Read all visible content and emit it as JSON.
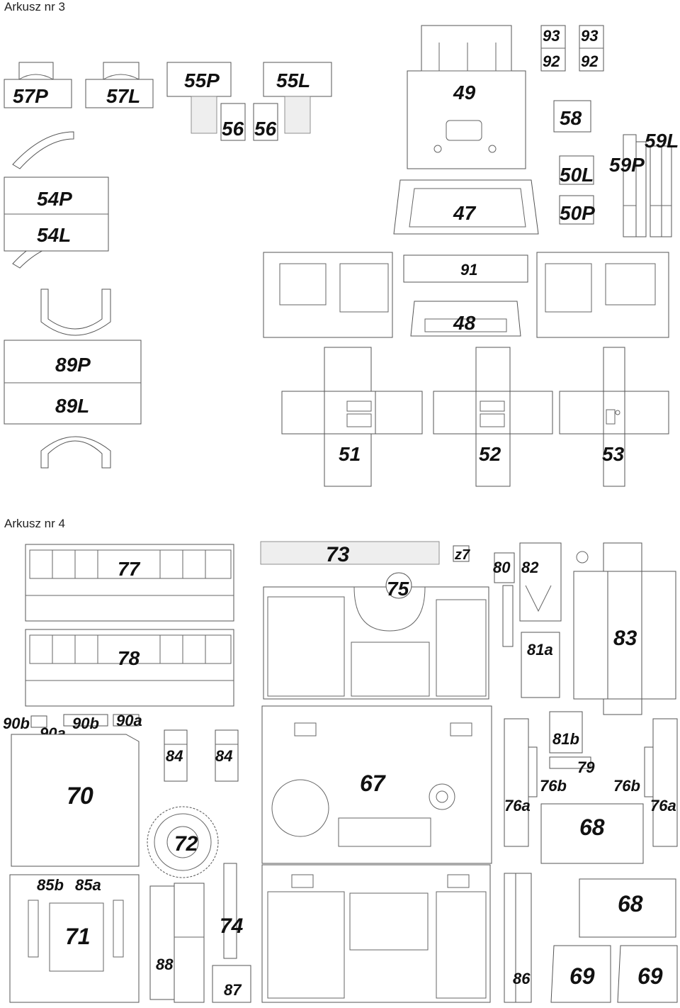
{
  "sheets": [
    {
      "title": "Arkusz nr 3"
    },
    {
      "title": "Arkusz nr 4"
    }
  ],
  "parts": {
    "p57P": "57P",
    "p57L": "57L",
    "p55P": "55P",
    "p55L": "55L",
    "p56a": "56",
    "p56b": "56",
    "p49": "49",
    "p93a": "93",
    "p93b": "93",
    "p92a": "92",
    "p92b": "92",
    "p58": "58",
    "p50L": "50L",
    "p50P": "50P",
    "p59P": "59P",
    "p59L": "59L",
    "p54P": "54P",
    "p54L": "54L",
    "p47": "47",
    "p91": "91",
    "p48": "48",
    "p89P": "89P",
    "p89L": "89L",
    "p51": "51",
    "p52": "52",
    "p53": "53",
    "p77": "77",
    "p78": "78",
    "p73": "73",
    "p75": "75",
    "pz7": "z7",
    "p80": "80",
    "p82": "82",
    "p81a": "81a",
    "p83": "83",
    "p90b1": "90b",
    "p90a1": "90a",
    "p90b2": "90b",
    "p90a2": "90a",
    "p70": "70",
    "p84a": "84",
    "p84b": "84",
    "p72": "72",
    "p67": "67",
    "p81b": "81b",
    "p79": "79",
    "p76b1": "76b",
    "p76b2": "76b",
    "p76a1": "76a",
    "p76a2": "76a",
    "p68a": "68",
    "p68b": "68",
    "p85b": "85b",
    "p85a": "85a",
    "p71": "71",
    "p88": "88",
    "p74": "74",
    "p87": "87",
    "p86": "86",
    "p69a": "69",
    "p69b": "69"
  }
}
